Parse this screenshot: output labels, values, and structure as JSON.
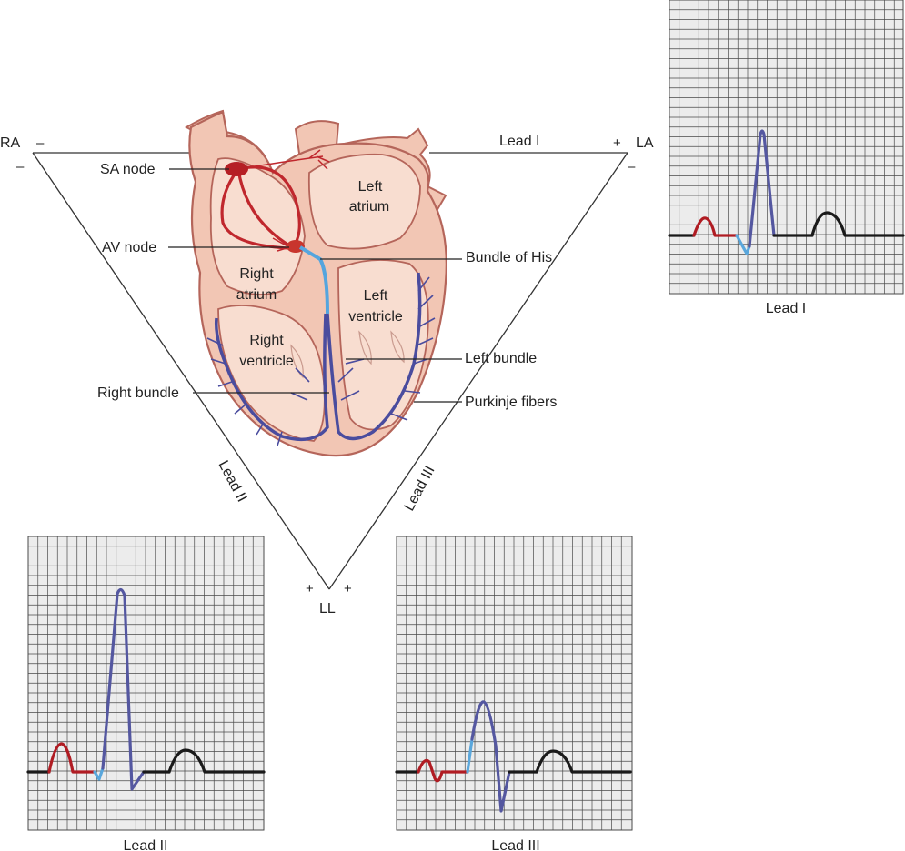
{
  "electrodes": {
    "ra": "RA",
    "la": "LA",
    "ll": "LL",
    "ra_minus_top": "–",
    "ra_minus_bottom": "–",
    "la_plus": "+",
    "la_minus": "–",
    "ll_plus_left": "+",
    "ll_plus_right": "+"
  },
  "lead_labels": {
    "lead_i_top": "Lead I",
    "lead_ii_side": "Lead II",
    "lead_iii_side": "Lead III"
  },
  "heart_labels": {
    "sa_node": "SA node",
    "av_node": "AV node",
    "right_bundle": "Right bundle",
    "bundle_of_his": "Bundle of His",
    "left_bundle": "Left bundle",
    "purkinje_fibers": "Purkinje fibers",
    "left_atrium_1": "Left",
    "left_atrium_2": "atrium",
    "right_atrium_1": "Right",
    "right_atrium_2": "atrium",
    "left_ventricle_1": "Left",
    "left_ventricle_2": "ventricle",
    "right_ventricle_1": "Right",
    "right_ventricle_2": "ventricle"
  },
  "ecg_panels": {
    "lead_i": {
      "caption": "Lead I"
    },
    "lead_ii": {
      "caption": "Lead II"
    },
    "lead_iii": {
      "caption": "Lead III"
    }
  },
  "colors": {
    "grid_bg": "#ececec",
    "grid_line": "#4a4a4a",
    "p_wave": "#b01c23",
    "qrs": "#5457a0",
    "q_segment": "#5aa7dc",
    "baseline": "#1a1a1a",
    "heart_fill": "#f2c6b4",
    "heart_outline": "#b5655a",
    "heart_inner": "#f8ddd0",
    "conduction_red": "#c0272d",
    "bundle_blue": "#55a5de",
    "fiber_blue": "#4a4c9e"
  }
}
